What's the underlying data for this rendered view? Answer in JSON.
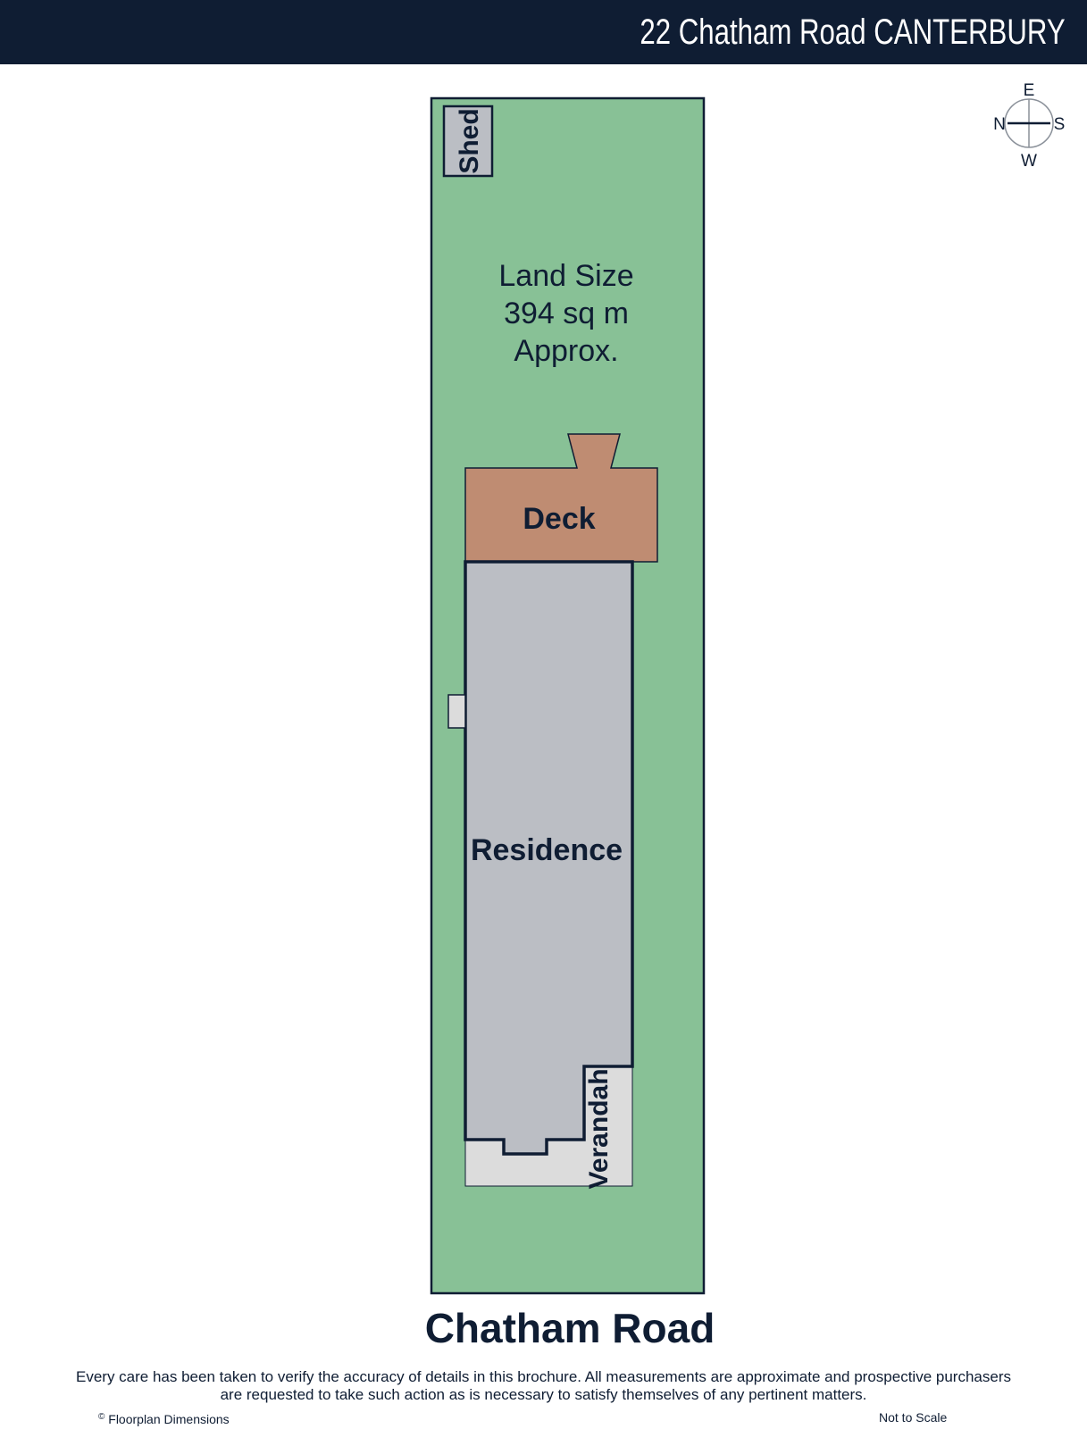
{
  "header": {
    "title": "22 Chatham Road CANTERBURY"
  },
  "compass": {
    "north": "N",
    "east": "E",
    "south": "S",
    "west": "W"
  },
  "plan": {
    "shed": "Shed",
    "land_size": [
      "Land Size",
      "394 sq m",
      "Approx."
    ],
    "deck": "Deck",
    "residence": "Residence",
    "verandah": "Verandah",
    "street": "Chatham Road"
  },
  "footer": {
    "disclaimer_line1": "Every care has been taken to verify the accuracy of details in this brochure. All measurements are approximate and prospective purchasers",
    "disclaimer_line2": "are requested to take such action as is necessary to satisfy themselves of any pertinent matters.",
    "credit_mark": "©",
    "credit": "Floorplan Dimensions",
    "scale_note": "Not to Scale"
  },
  "colors": {
    "header_bg": "#0f1d33",
    "land": "#88c196",
    "deck": "#bf8c72",
    "residence": "#bbbec4",
    "verandah": "#dcdcdc",
    "outline": "#0f1d33"
  }
}
